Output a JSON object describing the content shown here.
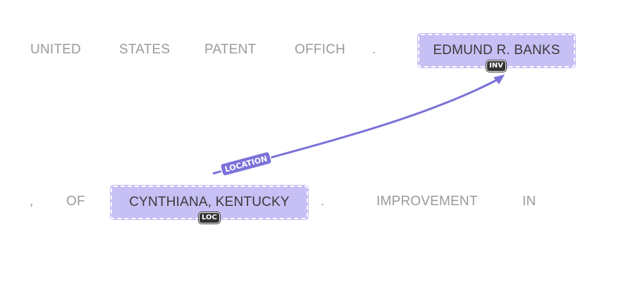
{
  "line1": {
    "tokens": [
      "UNITED",
      "STATES",
      "PATENT",
      "OFFICH",
      "."
    ],
    "entity": {
      "text": "EDMUND R. BANKS",
      "label": "INV"
    }
  },
  "line2": {
    "tokens_before": [
      ",",
      " OF"
    ],
    "entity": {
      "text": "CYNTHIANA, KENTUCKY",
      "label": "LOC"
    },
    "tokens_after": [
      ".",
      "IMPROVEMENT",
      "IN"
    ]
  },
  "relation": {
    "label": "LOCATION",
    "color": "#7b72d9"
  },
  "colors": {
    "entity_bg": "#c6c0f5",
    "token": "#9a9a9a",
    "badge": "#333333"
  }
}
